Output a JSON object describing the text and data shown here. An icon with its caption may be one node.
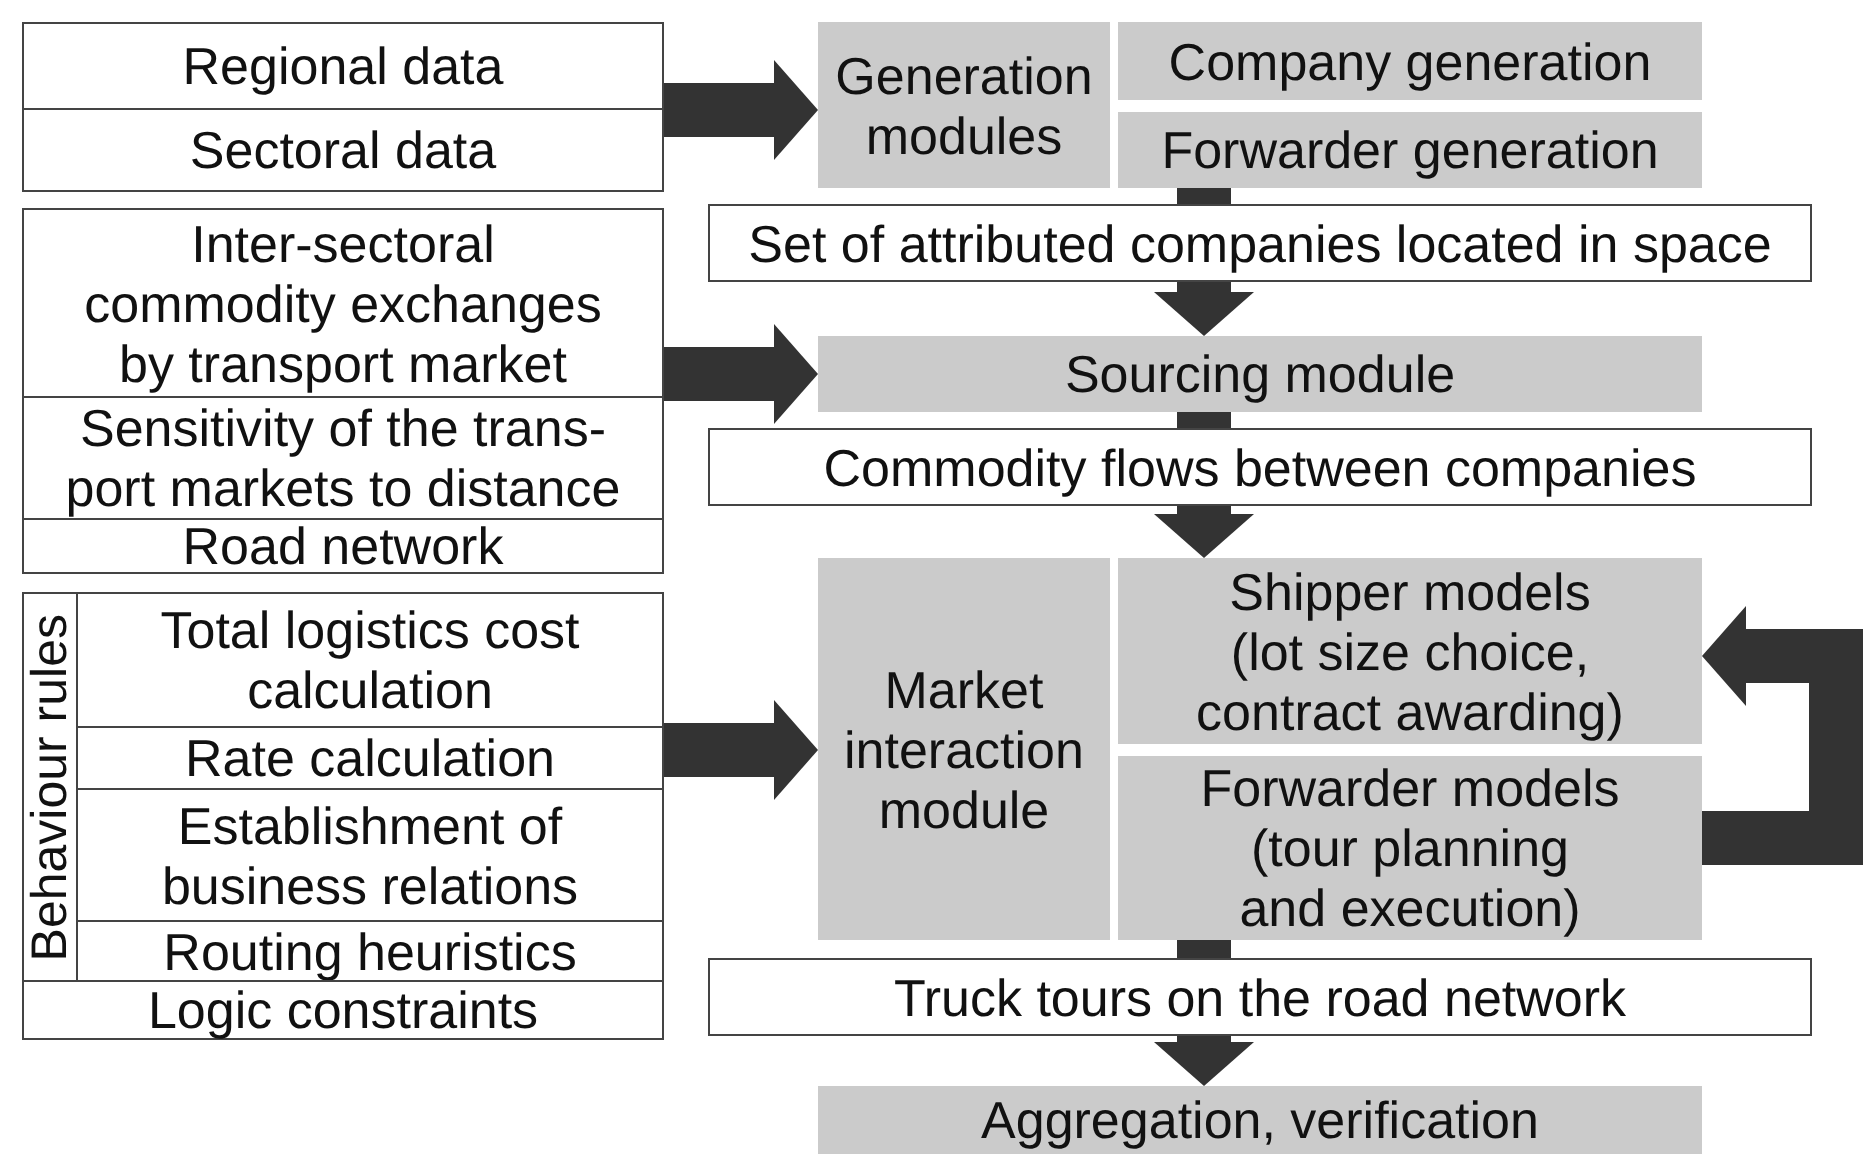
{
  "diagram": {
    "nodes": [
      {
        "text": [],
        "shape": "box"
      },
      {
        "text": [
          "Regional data"
        ],
        "in": 0
      },
      {
        "text": [
          "Sectoral data"
        ],
        "in": 0
      },
      {
        "text": [
          "Generation modules"
        ]
      },
      {
        "text": [
          "Company generation"
        ]
      },
      {
        "text": [
          "Forwarder generation"
        ]
      },
      {
        "text": [
          "Set of attributed companies located in space"
        ]
      },
      {
        "text": [],
        "shape": "box"
      },
      {
        "text": [
          "Inter-sectoral commodity exchanges by transport market"
        ],
        "in": 7
      },
      {
        "text": [
          "Sensitivity of the trans- port markets to distance"
        ],
        "in": 7
      },
      {
        "text": [
          "Road network"
        ],
        "in": 7
      },
      {
        "text": [
          "Sourcing module"
        ]
      },
      {
        "text": [
          "Commodity flows between companies"
        ]
      },
      {
        "text": [],
        "shape": "box"
      },
      {
        "text": [
          "Behaviour rules"
        ],
        "in": 13
      },
      {
        "text": [
          "Total logistics cost calculation"
        ],
        "in": 13
      },
      {
        "text": [
          "Rate calculation"
        ],
        "in": 13
      },
      {
        "text": [
          "Establishment of business relations"
        ],
        "in": 13
      },
      {
        "text": [
          "Routing heuristics"
        ],
        "in": 13
      },
      {
        "text": [
          "Logic constraints"
        ],
        "in": 13
      },
      {
        "text": [
          "Market interaction module"
        ]
      },
      {
        "text": [
          "Shipper models",
          "(lot size choice, contract awarding)"
        ]
      },
      {
        "text": [
          "Forwarder models",
          "(tour planning and execution)"
        ]
      },
      {
        "text": [
          "Truck tours on the road network"
        ]
      },
      {
        "text": [
          "Aggregation, verification"
        ]
      }
    ],
    "edges": [
      {
        "from": 0,
        "to": 3,
        "arrow": "to"
      },
      {
        "from": 5,
        "to": 6,
        "arrow": "none"
      },
      {
        "from": 6,
        "to": 11,
        "arrow": "to"
      },
      {
        "from": 7,
        "to": 11,
        "arrow": "to"
      },
      {
        "from": 11,
        "to": 12,
        "arrow": "none"
      },
      {
        "from": 12,
        "to": 21,
        "arrow": "to"
      },
      {
        "from": 13,
        "to": 20,
        "arrow": "to"
      },
      {
        "from": 22,
        "to": 23,
        "arrow": "none"
      },
      {
        "from": 23,
        "to": 24,
        "arrow": "to"
      },
      {
        "from": 22,
        "to": 21,
        "arrow": "to"
      }
    ]
  }
}
